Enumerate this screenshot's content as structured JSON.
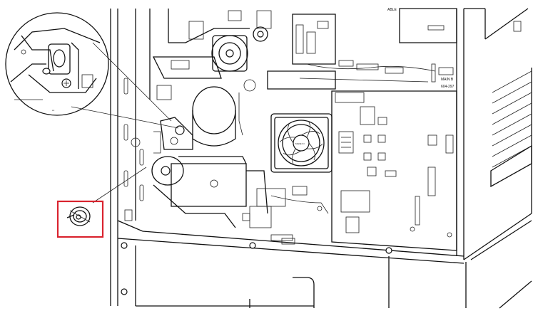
{
  "diagram": {
    "highlight_color": "#d9232e",
    "line_color": "#111111",
    "board_labels": {
      "main_board_title": "MAIN B",
      "part_code": "604-297",
      "top_tag": "ABLE",
      "fan_marking": "MADE IN"
    },
    "icons": [
      "magnified-inset-circle",
      "cooling-fan",
      "gear-motor",
      "screw-icon",
      "highlight-box"
    ]
  }
}
